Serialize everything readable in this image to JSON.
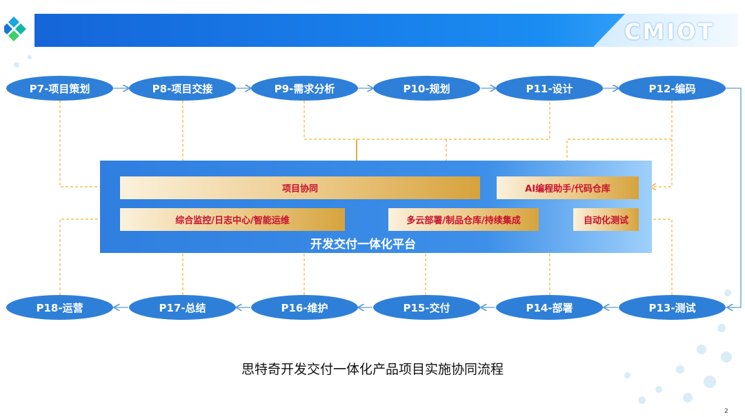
{
  "header": {
    "brand": "CMIOT"
  },
  "nodes_top": [
    "P7-项目策划",
    "P8-项目交接",
    "P9-需求分析",
    "P10-规划",
    "P11-设计",
    "P12-编码"
  ],
  "nodes_bottom": [
    "P18-运营",
    "P17-总结",
    "P16-维护",
    "P15-交付",
    "P14-部署",
    "P13-测试"
  ],
  "platform": {
    "label": "开发交付一体化平台",
    "modules": {
      "collab": "项目协同",
      "ai": "AI编程助手/代码仓库",
      "monitor": "综合监控/日志中心/智能运维",
      "cloud": "多云部署/制品仓库/持续集成",
      "test": "自动化测试"
    }
  },
  "caption": "思特奇开发交付一体化产品项目实施协同流程",
  "page_number": "2",
  "colors": {
    "node": "#2e7fd8",
    "header": "#1565d8",
    "dashed": "#f2b233",
    "module_text": "#c8102e"
  }
}
